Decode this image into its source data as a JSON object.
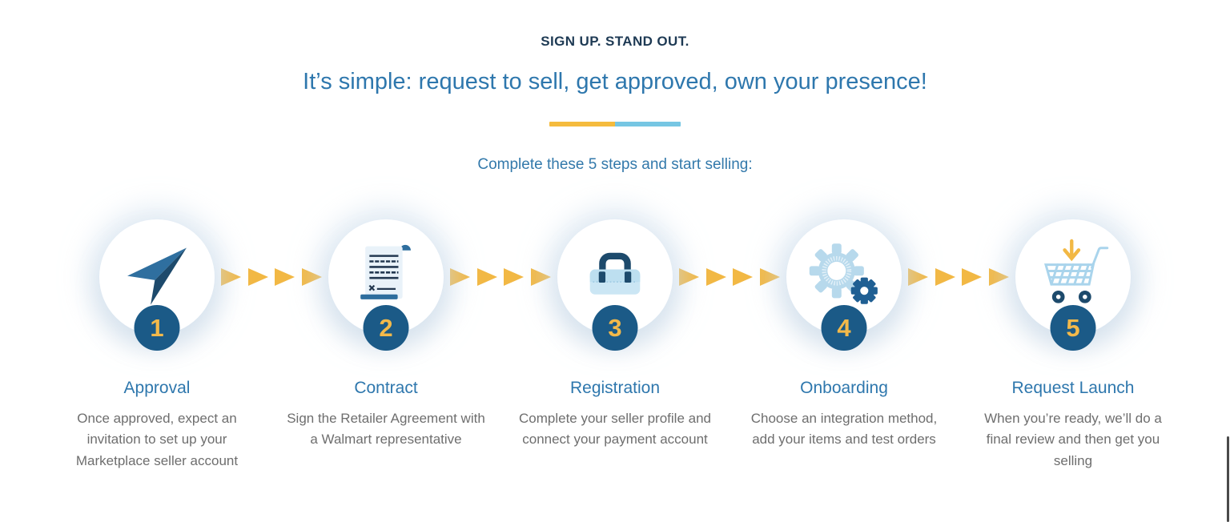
{
  "header": {
    "eyebrow": "SIGN UP. STAND OUT.",
    "title": "It’s simple: request to sell, get approved, own your presence!",
    "subtitle": "Complete these 5 steps and start selling:"
  },
  "colors": {
    "heading_navy": "#1E3A54",
    "heading_blue": "#2E77AD",
    "accent_yellow": "#F5BB3D",
    "divider_blue": "#76C6E3",
    "badge_blue": "#1B5A87",
    "badge_number_yellow": "#F3B94A",
    "body_gray": "#6E6E6E",
    "icon_light_blue": "#B7D9EC",
    "icon_navy": "#1D4A6C"
  },
  "steps": [
    {
      "number": "1",
      "icon": "navigation-arrow-icon",
      "title": "Approval",
      "description": "Once approved, expect an invitation to set up your Marketplace seller account"
    },
    {
      "number": "2",
      "icon": "contract-document-icon",
      "title": "Contract",
      "description": "Sign the Retailer Agreement with a Walmart representative"
    },
    {
      "number": "3",
      "icon": "briefcase-icon",
      "title": "Registration",
      "description": "Complete your seller profile and connect your payment account"
    },
    {
      "number": "4",
      "icon": "gears-icon",
      "title": "Onboarding",
      "description": "Choose an integration method, add your items and test orders"
    },
    {
      "number": "5",
      "icon": "cart-download-icon",
      "title": "Request Launch",
      "description": "When you’re ready, we’ll do a final review and then get you selling"
    }
  ]
}
